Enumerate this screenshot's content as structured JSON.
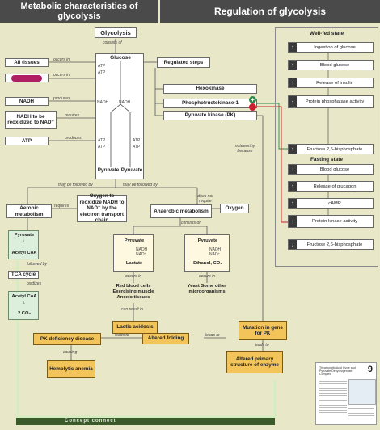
{
  "headers": {
    "left": "Metabolic characteristics of glycolysis",
    "right": "Regulation of glycolysis"
  },
  "left": {
    "glycolysis": "Glycolysis",
    "consists_of": "consists of",
    "glucose": "Glucose",
    "all_tissues": "All tissues",
    "occurs_in": "occurs in",
    "occurs_in2": "occurs in",
    "nadh": "NADH",
    "produces": "produces",
    "nadh_reox": "NADH to be reoxidized to NAD⁺",
    "requires": "requires",
    "atp": "ATP",
    "produces2": "produces",
    "atp_a": "ATP",
    "atp_b": "ATP",
    "nadh_a": "NADH",
    "nadh_b": "NADH",
    "atp_c": "ATP",
    "atp_d": "ATP",
    "atp_e": "ATP",
    "atp_f": "ATP",
    "pyruvate_a": "Pyruvate",
    "pyruvate_b": "Pyruvate",
    "regulated_steps": "Regulated steps",
    "hexokinase": "Hexokinase",
    "pfk": "Phosphofructokinase-1",
    "pk": "Pyruvate kinase (PK)",
    "noteworthy": "noteworthy because",
    "may_be_followed_by": "may be followed by",
    "may_be_followed_by2": "may be followed by",
    "aerobic": "Aerobic metabolism",
    "requires2": "requires",
    "oxygen_box": "Oxygen to reoxidize NADH to NAD⁺ by the electron transport chain",
    "anaerobic": "Anaerobic metabolism",
    "does_not_require": "does not require",
    "oxygen": "Oxygen",
    "consists_of2": "consists of",
    "pyr_green": "Pyruvate",
    "acetyl_coa": "Acetyl CoA",
    "followed_by": "followed by",
    "tca": "TCA cycle",
    "oxidizes": "oxidizes",
    "acetyl_coa2": "Acetyl CoA",
    "co2": "2 CO₂",
    "pyr_lac": "Pyruvate",
    "nadh_l": "NADH",
    "nad_l": "NAD⁺",
    "lactate": "Lactate",
    "pyr_eth": "Pyruvate",
    "nadh_e": "NADH",
    "nad_e": "NAD⁺",
    "ethanol": "Ethanol, CO₂",
    "occurs_in3": "occurs in",
    "occurs_in4": "occurs in",
    "rbc": "Red blood cells Exercising muscle Anoxic tissues",
    "yeast": "Yeast Some other microorganisms",
    "can_result_in": "can result in",
    "lactic": "Lactic acidosis",
    "mutation": "Mutation in gene for PK",
    "leads_to": "leads to",
    "altered_primary": "Altered primary structure of enzyme",
    "leads_to2": "leads to",
    "altered_folding": "Altered folding",
    "leads_to3": "leads to",
    "pk_def": "PK deficiency disease",
    "causing": "causing",
    "hemolytic": "Hemolytic anemia",
    "concept": "Concept connect"
  },
  "right": {
    "fed": {
      "title": "Well-fed state",
      "items": [
        {
          "icon": "arrow-up",
          "text": "Ingestion of glucose"
        },
        {
          "icon": "arrow-up",
          "text": "Blood glucose"
        },
        {
          "icon": "arrow-up",
          "text": "Release of insulin"
        },
        {
          "icon": "arrow-up",
          "text": "Protein phosphatase activity"
        },
        {
          "icon": "arrow-up",
          "text": "Fructose 2,6-bisphosphate"
        }
      ]
    },
    "fasting": {
      "title": "Fasting state",
      "items": [
        {
          "icon": "arrow-down",
          "text": "Blood glucose"
        },
        {
          "icon": "arrow-up",
          "text": "Release of glucagon"
        },
        {
          "icon": "arrow-up",
          "text": "cAMP"
        },
        {
          "icon": "arrow-up",
          "text": "Protein kinase activity"
        },
        {
          "icon": "arrow-down",
          "text": "Fructose 2,6-bisphosphate"
        }
      ]
    },
    "plus": "+",
    "minus": "−"
  },
  "thumb": {
    "number": "9",
    "title": "Tricarboxylic Acid Cycle and Pyruvate Dehydrogenase Complex"
  }
}
